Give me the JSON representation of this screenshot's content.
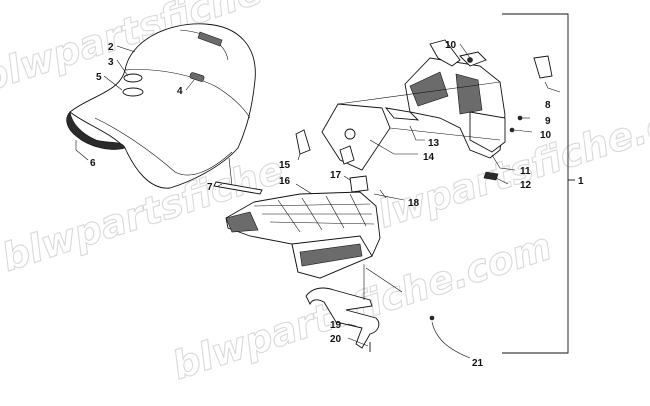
{
  "watermark": {
    "text_lines": [
      "blwpartsfiche",
      "blwpartsfiche",
      "blwpartsfiche.com",
      "blwpartsfiche.com"
    ]
  },
  "callouts": [
    {
      "id": "c1",
      "text": "1"
    },
    {
      "id": "c2",
      "text": "2"
    },
    {
      "id": "c3",
      "text": "3"
    },
    {
      "id": "c4",
      "text": "4"
    },
    {
      "id": "c5",
      "text": "5"
    },
    {
      "id": "c6",
      "text": "6"
    },
    {
      "id": "c7",
      "text": "7"
    },
    {
      "id": "c8",
      "text": "8"
    },
    {
      "id": "c9",
      "text": "9"
    },
    {
      "id": "c10a",
      "text": "10"
    },
    {
      "id": "c10b",
      "text": "10"
    },
    {
      "id": "c11",
      "text": "11"
    },
    {
      "id": "c12",
      "text": "12"
    },
    {
      "id": "c13",
      "text": "13"
    },
    {
      "id": "c14",
      "text": "14"
    },
    {
      "id": "c15",
      "text": "15"
    },
    {
      "id": "c16",
      "text": "16"
    },
    {
      "id": "c17",
      "text": "17"
    },
    {
      "id": "c18",
      "text": "18"
    },
    {
      "id": "c19",
      "text": "19"
    },
    {
      "id": "c20",
      "text": "20"
    },
    {
      "id": "c21",
      "text": "21"
    }
  ]
}
